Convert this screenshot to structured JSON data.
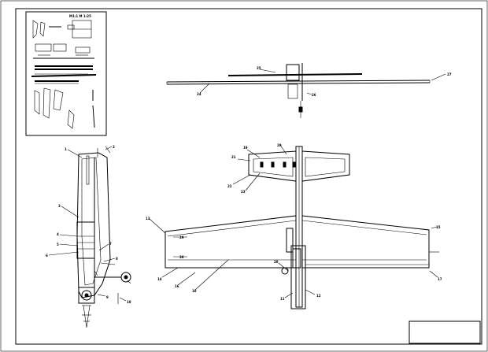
{
  "sheet": {
    "scale_note": "M1:1 M 1:25",
    "title_block": ""
  },
  "callouts": {
    "c1": "1",
    "c2": "2",
    "c3": "3",
    "c4": "4",
    "c5": "5",
    "c6": "6",
    "c7": "7",
    "c8": "8",
    "c9": "9",
    "c10": "10",
    "c11": "11",
    "c12": "12",
    "c13": "13",
    "c14": "14",
    "c15": "15",
    "c16": "16",
    "c17": "17",
    "c18": "18",
    "c19": "19",
    "c20": "20",
    "c21": "21",
    "c22": "22",
    "c23": "23",
    "c24": "24",
    "c25": "25",
    "c26": "26",
    "c27": "27",
    "c28": "28",
    "c29": "29",
    "c30": "30"
  },
  "colors": {
    "ink": "#000000",
    "paper": "#ffffff"
  }
}
